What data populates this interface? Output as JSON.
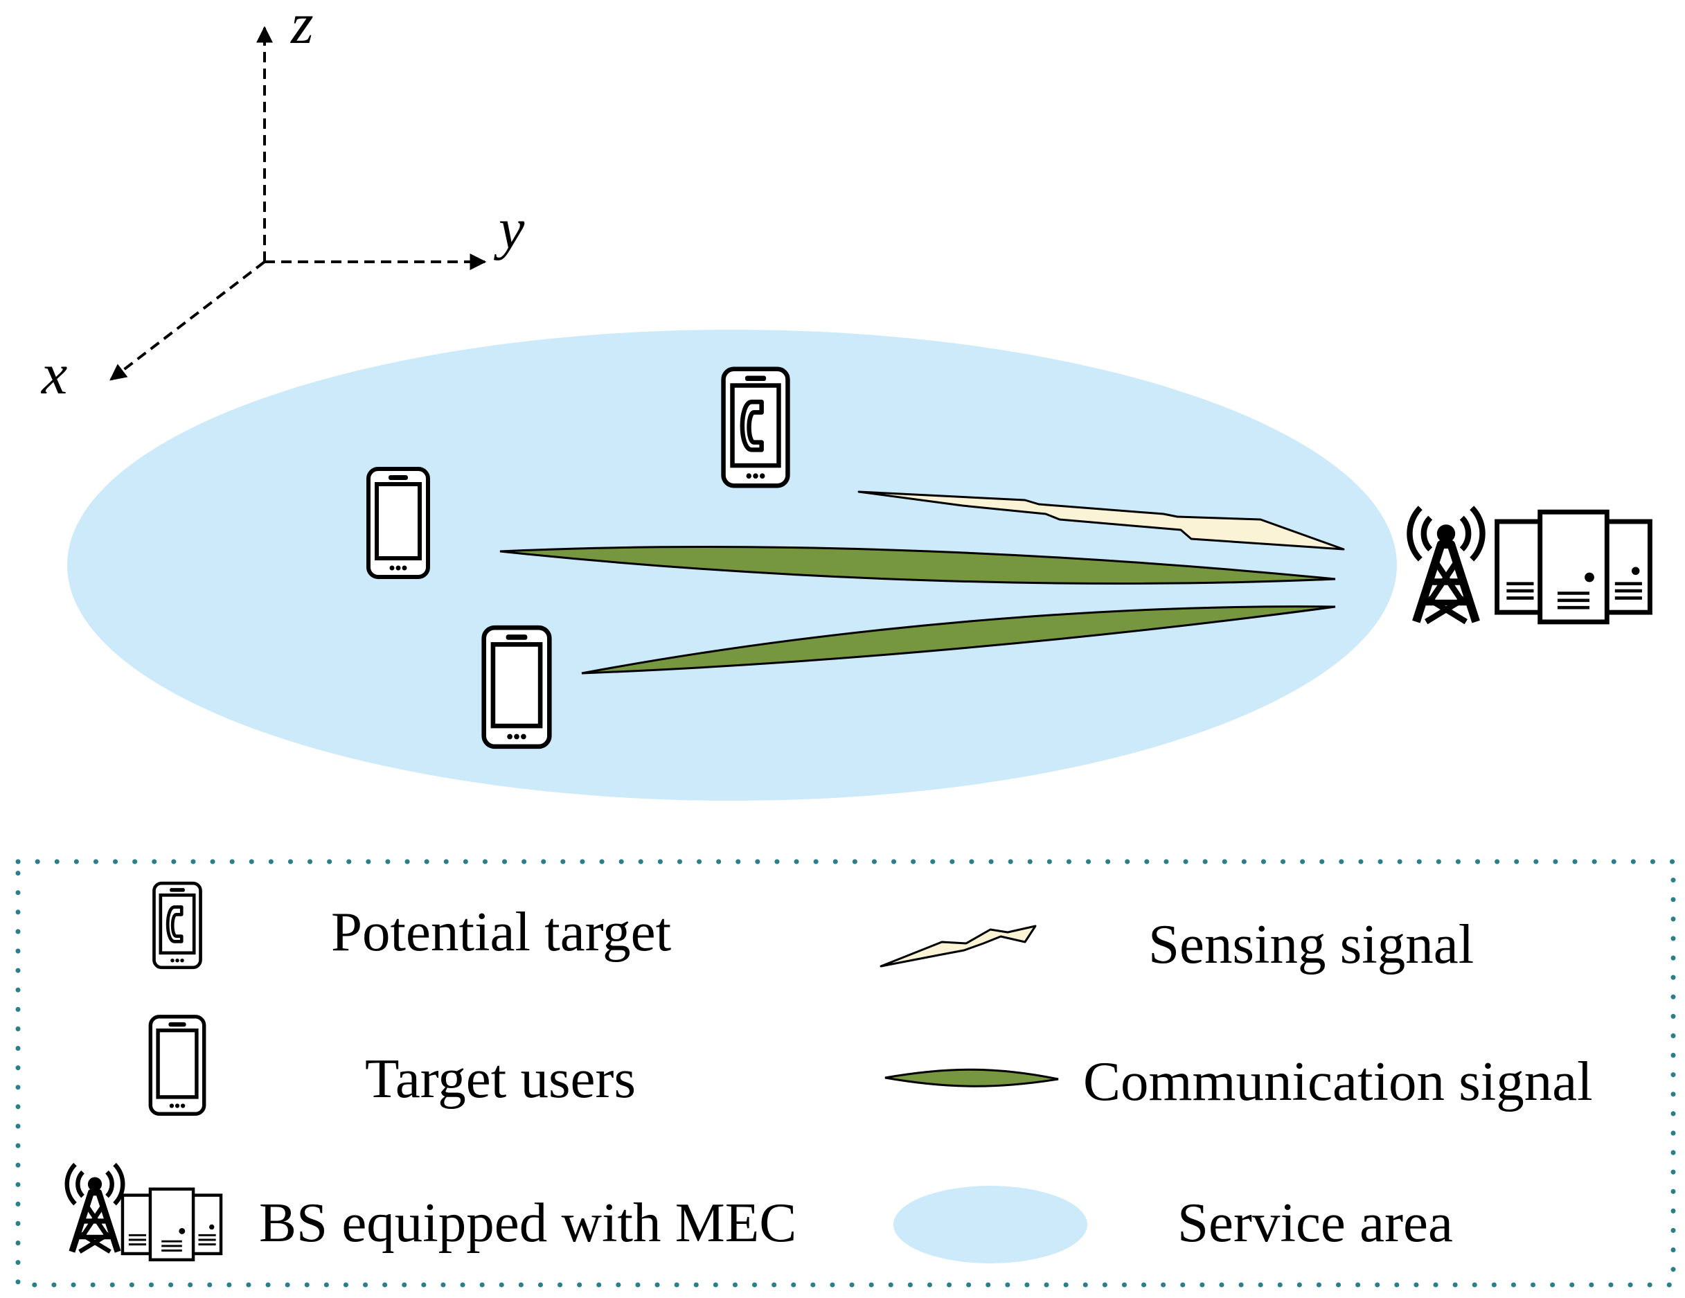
{
  "axes": {
    "x": "x",
    "y": "y",
    "z": "z"
  },
  "legend": {
    "potential_target": "Potential target",
    "target_users": "Target users",
    "bs_mec": "BS equipped with MEC",
    "sensing_signal": "Sensing signal",
    "communication_signal": "Communication signal",
    "service_area": "Service area"
  },
  "colors": {
    "service_area": "#cdeafb",
    "communication_signal": "#76963f",
    "sensing_signal": "#fbf3d6",
    "legend_border": "#2b7f8a",
    "icon": "#000000"
  },
  "icons": [
    "phone-with-handset-icon",
    "smartphone-icon",
    "cell-tower-icon",
    "server-icon"
  ]
}
